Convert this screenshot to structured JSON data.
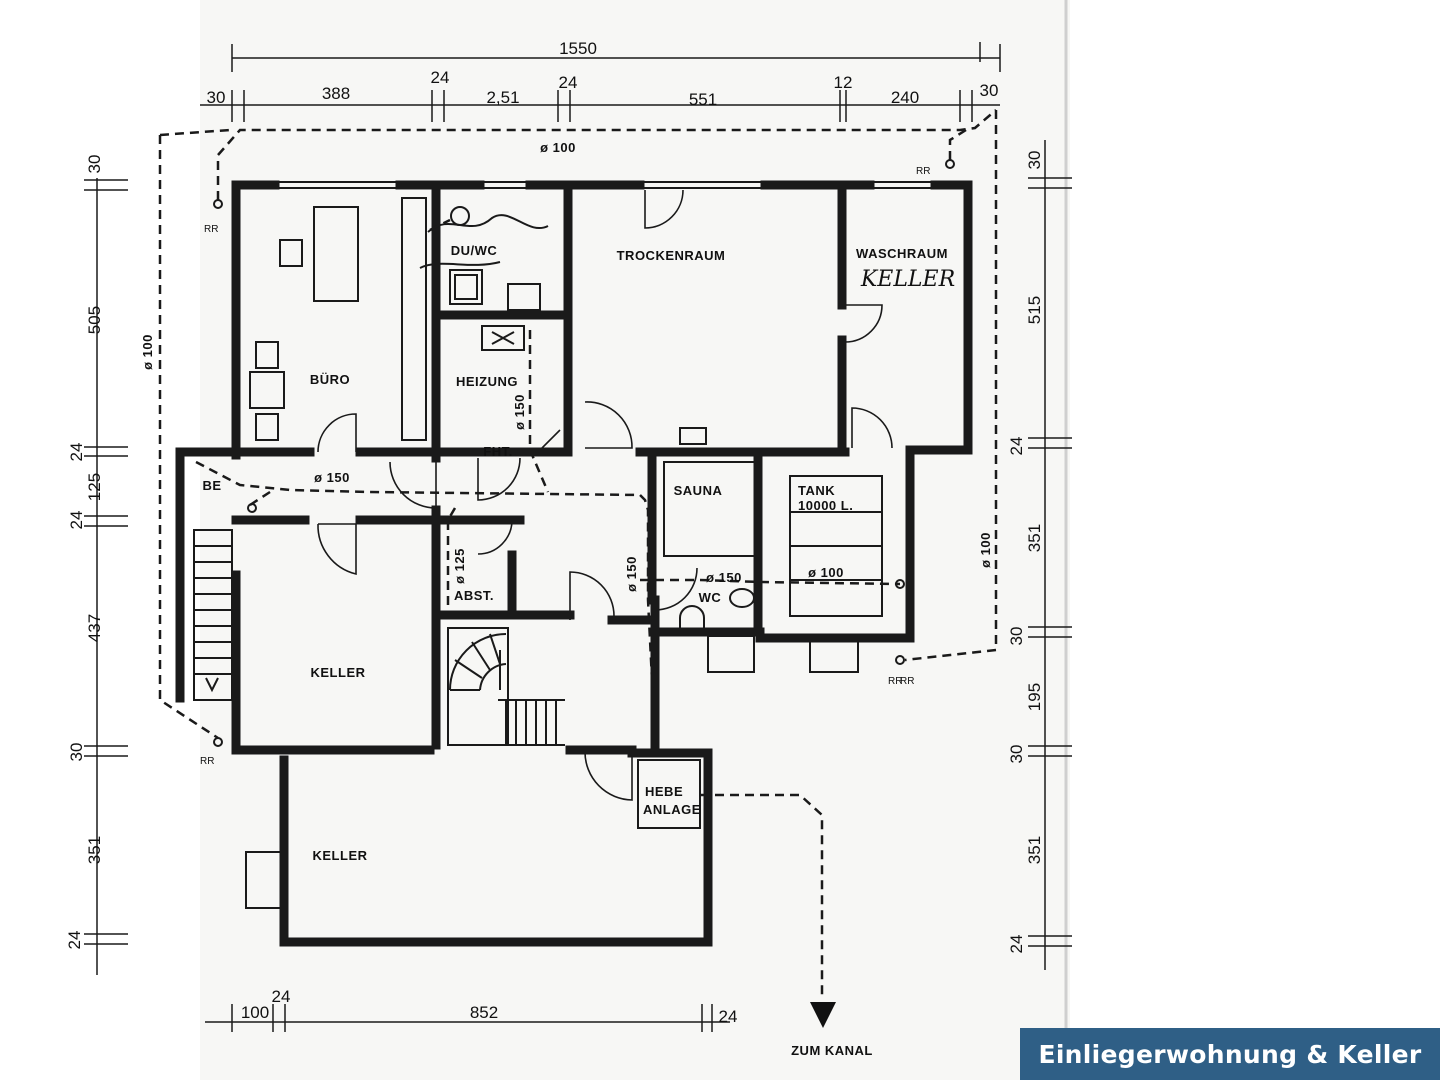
{
  "badge": "Einliegerwohnung & Keller",
  "rooms": {
    "buero": "BÜRO",
    "heizung": "HEIZUNG",
    "duwc": "DU/WC",
    "trockenraum": "TROCKENRAUM",
    "waschraum": "WASCHRAUM",
    "keller_hand": "KELLER",
    "sauna": "SAUNA",
    "tank_1": "TANK",
    "tank_2": "10000 L.",
    "wc": "WC",
    "abst": "ABST.",
    "keller1": "KELLER",
    "keller2": "KELLER",
    "hebe_1": "HEBE",
    "hebe_2": "ANLAGE",
    "fht": "FHT.",
    "be": "BE",
    "zum_kanal": "ZUM KANAL"
  },
  "pipes": {
    "d100_top": "ø 100",
    "d100_left": "ø 100",
    "d100_right": "ø 100",
    "d100_tank": "ø 100",
    "d150_hall": "ø 150",
    "d150_heiz": "ø 150",
    "d150_mid": "ø 150",
    "d150_wc": "ø 150",
    "d125": "ø 125",
    "rr": [
      "RR",
      "RR",
      "RR",
      "RR",
      "RR"
    ]
  },
  "dims": {
    "top_total": "1550",
    "top": [
      "30",
      "388",
      "24",
      "2,51",
      "24",
      "551",
      "12",
      "240",
      "30"
    ],
    "left": [
      "30",
      "505",
      "24",
      "125",
      "24",
      "437",
      "30",
      "351",
      "24"
    ],
    "right": [
      "30",
      "515",
      "24",
      "351",
      "30",
      "195",
      "30",
      "351",
      "24"
    ],
    "bottom": [
      "100",
      "24",
      "852",
      "24"
    ]
  }
}
